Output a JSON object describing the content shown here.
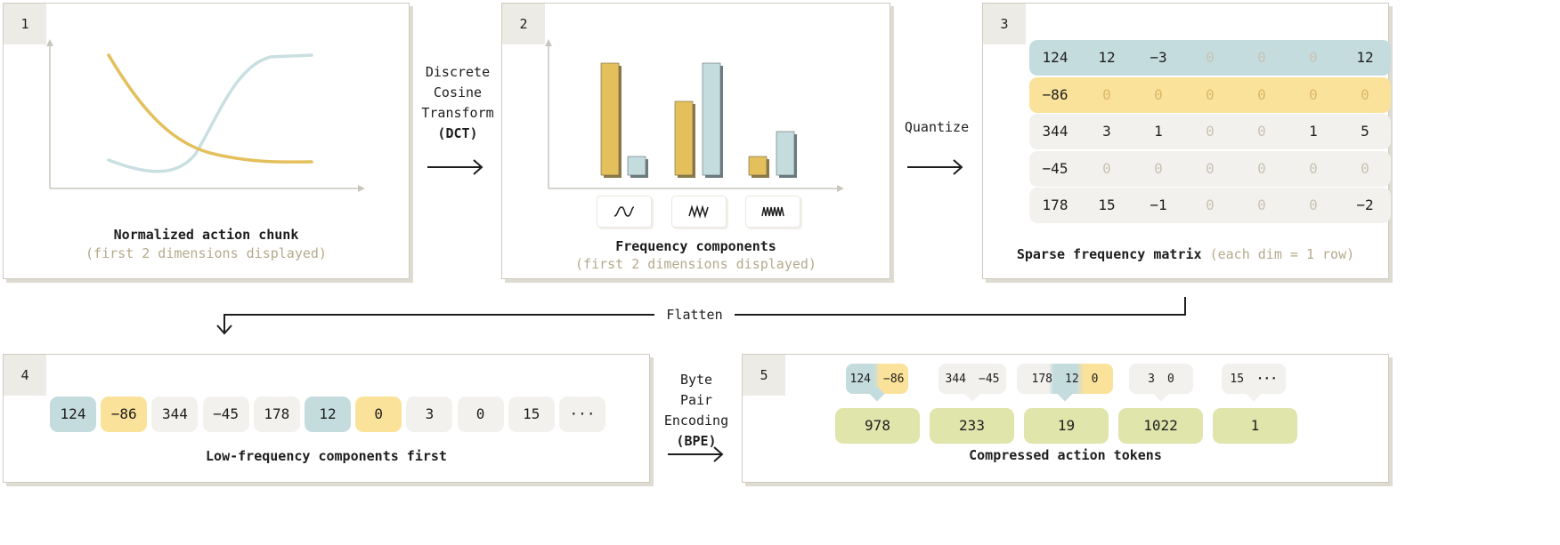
{
  "colors": {
    "blue": "#c5dcde",
    "yellow": "#fbe29a",
    "gray": "#f2f1ed",
    "green": "#dfe5ab",
    "curve_yellow": "#e3c05c",
    "curve_blue": "#c9dfe2",
    "bar_yellow": "#e3c05c",
    "bar_blue": "#c5dcde"
  },
  "panel1": {
    "number": "1",
    "caption": "Normalized action chunk",
    "subcaption": "(first 2 dimensions displayed)"
  },
  "arrow1": {
    "line1": "Discrete",
    "line2": "Cosine",
    "line3": "Transform",
    "line4": "(DCT)"
  },
  "panel2": {
    "number": "2",
    "caption": "Frequency components",
    "subcaption": "(first 2 dimensions displayed)",
    "icons": [
      "low-frequency-wave-icon",
      "mid-frequency-wave-icon",
      "high-frequency-wave-icon"
    ]
  },
  "arrow2": {
    "label": "Quantize"
  },
  "panel3": {
    "number": "3",
    "caption": "Sparse frequency matrix",
    "caption_note": "(each dim = 1 row)",
    "rows": [
      {
        "color": "blue",
        "cells": [
          "124",
          "12",
          "−3",
          "0",
          "0",
          "0",
          "12"
        ]
      },
      {
        "color": "yellow",
        "cells": [
          "−86",
          "0",
          "0",
          "0",
          "0",
          "0",
          "0"
        ]
      },
      {
        "color": "gray",
        "cells": [
          "344",
          "3",
          "1",
          "0",
          "0",
          "1",
          "5"
        ]
      },
      {
        "color": "gray",
        "cells": [
          "−45",
          "0",
          "0",
          "0",
          "0",
          "0",
          "0"
        ]
      },
      {
        "color": "gray",
        "cells": [
          "178",
          "15",
          "−1",
          "0",
          "0",
          "0",
          "−2"
        ]
      }
    ]
  },
  "flatten": {
    "label": "Flatten"
  },
  "panel4": {
    "number": "4",
    "caption": "Low-frequency components first",
    "tokens": [
      {
        "v": "124",
        "c": "blue"
      },
      {
        "v": "−86",
        "c": "yellow"
      },
      {
        "v": "344",
        "c": "gray"
      },
      {
        "v": "−45",
        "c": "gray"
      },
      {
        "v": "178",
        "c": "gray"
      },
      {
        "v": "12",
        "c": "blue"
      },
      {
        "v": "0",
        "c": "yellow"
      },
      {
        "v": "3",
        "c": "gray"
      },
      {
        "v": "0",
        "c": "gray"
      },
      {
        "v": "15",
        "c": "gray"
      },
      {
        "v": "···",
        "c": "gray"
      }
    ]
  },
  "arrow3": {
    "line1": "Byte",
    "line2": "Pair",
    "line3": "Encoding",
    "line4": "(BPE)"
  },
  "panel5": {
    "number": "5",
    "caption": "Compressed action tokens",
    "groups": [
      {
        "inputs": [
          "124",
          "−86"
        ],
        "output": "978"
      },
      {
        "inputs": [
          "344",
          "−45"
        ],
        "output": "233"
      },
      {
        "inputs": [
          "178",
          "12",
          "0"
        ],
        "output": "19"
      },
      {
        "inputs": [
          "3",
          "0"
        ],
        "output": "1022"
      },
      {
        "inputs": [
          "15",
          "···"
        ],
        "output": "1"
      }
    ]
  }
}
